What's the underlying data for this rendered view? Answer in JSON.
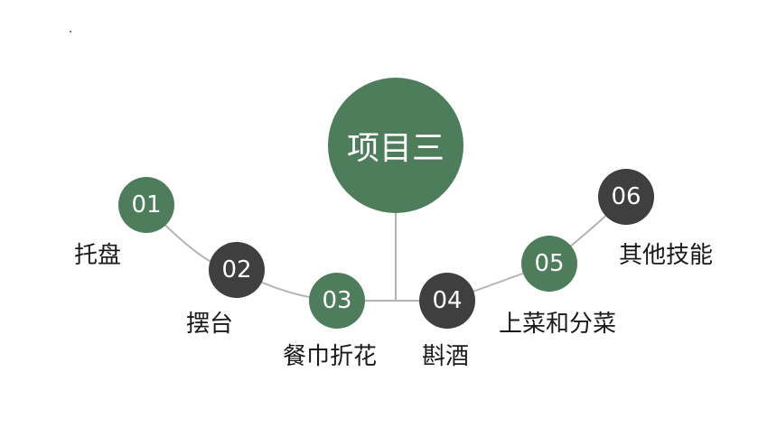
{
  "center": {
    "title": "项目三"
  },
  "items": [
    {
      "number": "01",
      "label": "托盘",
      "color": "#4e7d5c"
    },
    {
      "number": "02",
      "label": "摆台",
      "color": "#3f3f3f"
    },
    {
      "number": "03",
      "label": "餐巾折花",
      "color": "#4e7d5c"
    },
    {
      "number": "04",
      "label": "斟酒",
      "color": "#3f3f3f"
    },
    {
      "number": "05",
      "label": "上菜和分菜",
      "color": "#4e7d5c"
    },
    {
      "number": "06",
      "label": "其他技能",
      "color": "#3f3f3f"
    }
  ],
  "colors": {
    "green": "#4e7d5c",
    "dark": "#3f3f3f",
    "connector": "#b3b3b3"
  }
}
